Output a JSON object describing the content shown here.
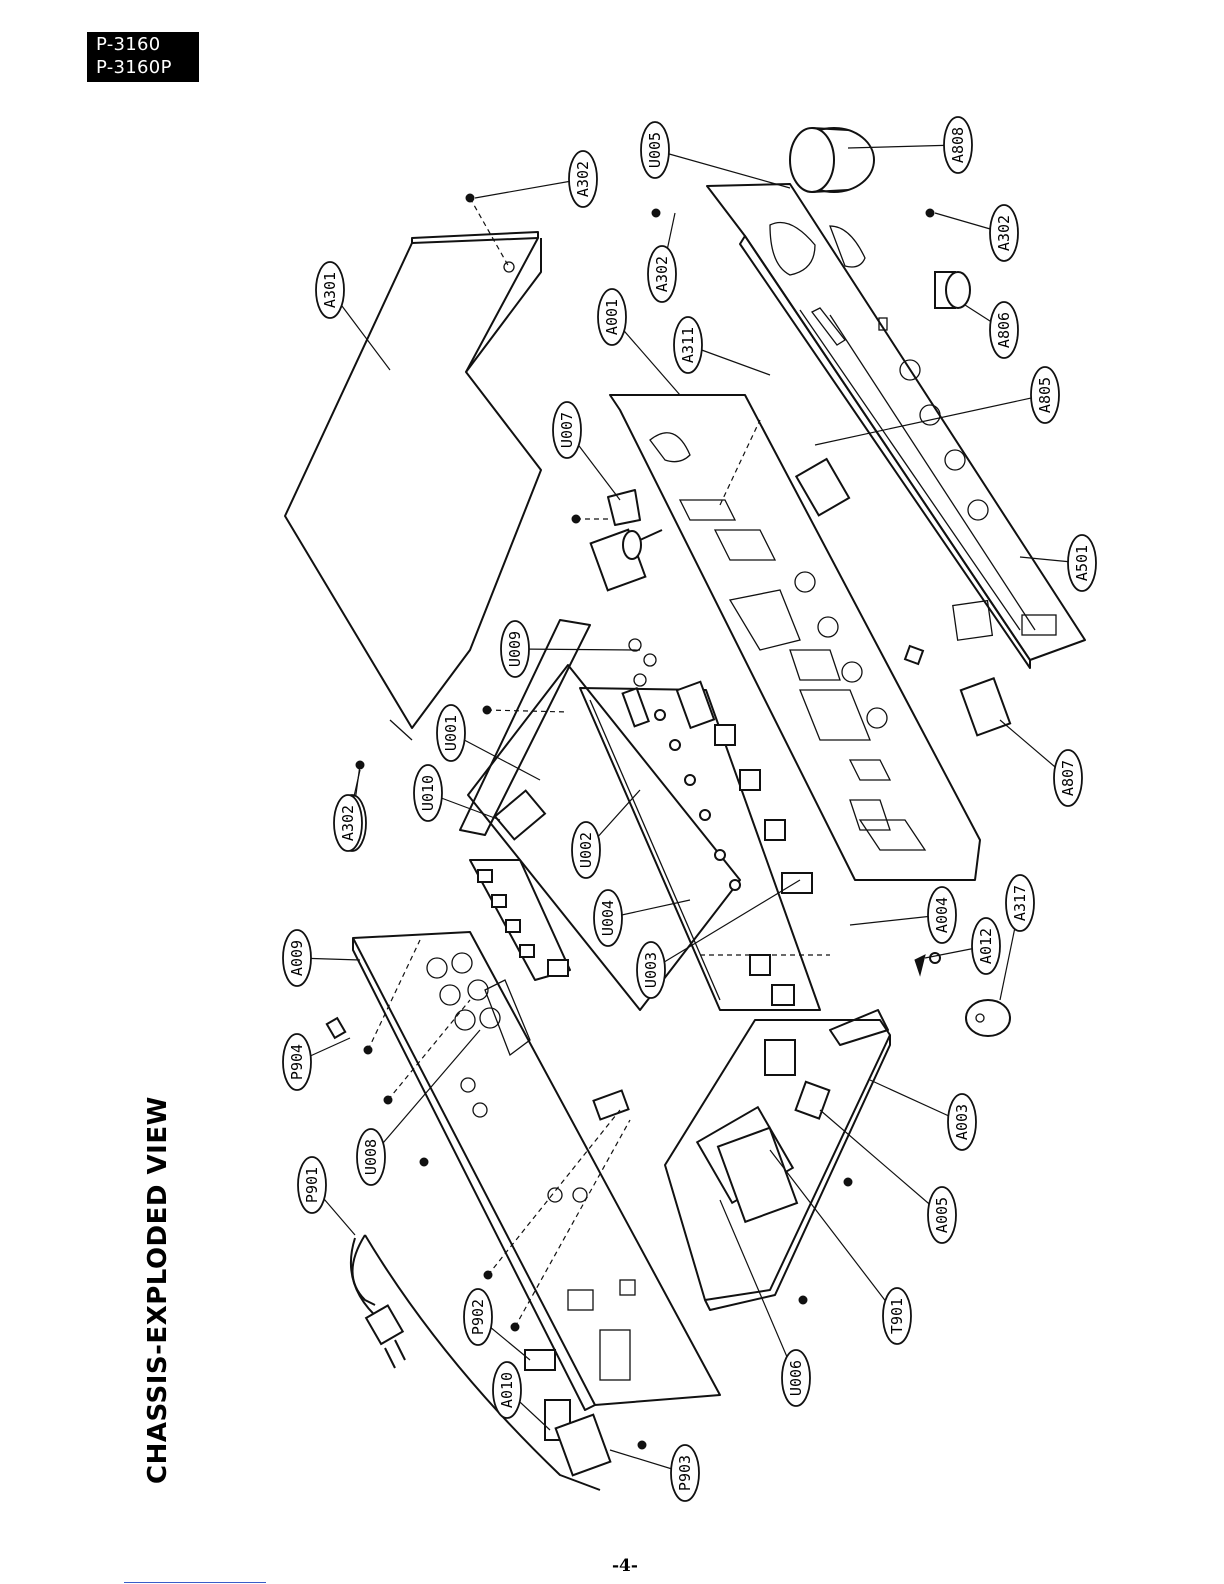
{
  "header": {
    "model_lines": [
      "P-3160",
      "P-3160P"
    ]
  },
  "title": "CHASSIS-EXPLODED VIEW",
  "page_number": "-4-",
  "callouts": [
    {
      "id": "A808"
    },
    {
      "id": "U005"
    },
    {
      "id": "A302"
    },
    {
      "id": "A302"
    },
    {
      "id": "A302"
    },
    {
      "id": "A806"
    },
    {
      "id": "A805"
    },
    {
      "id": "A311"
    },
    {
      "id": "A001"
    },
    {
      "id": "A301"
    },
    {
      "id": "A302"
    },
    {
      "id": "U007"
    },
    {
      "id": "A501"
    },
    {
      "id": "U009"
    },
    {
      "id": "U001"
    },
    {
      "id": "A302"
    },
    {
      "id": "U010"
    },
    {
      "id": "U002"
    },
    {
      "id": "A807"
    },
    {
      "id": "A009"
    },
    {
      "id": "A317"
    },
    {
      "id": "A004"
    },
    {
      "id": "U004"
    },
    {
      "id": "A012"
    },
    {
      "id": "P904"
    },
    {
      "id": "U003"
    },
    {
      "id": "A003"
    },
    {
      "id": "U008"
    },
    {
      "id": "A005"
    },
    {
      "id": "P901"
    },
    {
      "id": "T901"
    },
    {
      "id": "P902"
    },
    {
      "id": "U006"
    },
    {
      "id": "A010"
    },
    {
      "id": "P903"
    }
  ]
}
